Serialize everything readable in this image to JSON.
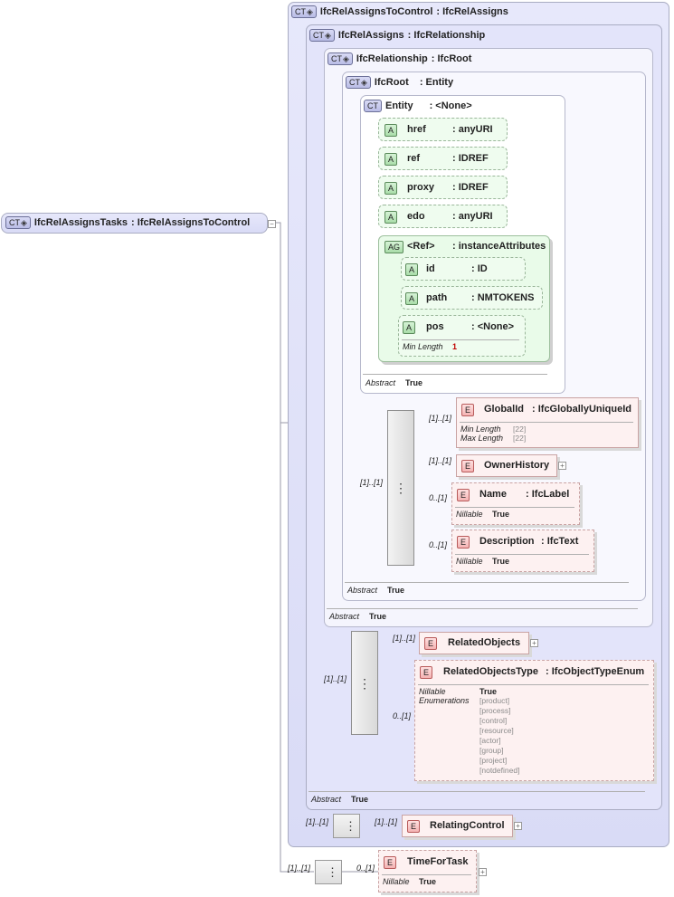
{
  "root": {
    "tag": "CT",
    "name": "IfcRelAssignsTasks",
    "type": ": IfcRelAssignsToControl",
    "collapse": "−"
  },
  "ct_levels": [
    {
      "tag": "CT",
      "name": "IfcRelAssignsToControl",
      "type": ": IfcRelAssigns"
    },
    {
      "tag": "CT",
      "name": "IfcRelAssigns",
      "type": ": IfcRelationship"
    },
    {
      "tag": "CT",
      "name": "IfcRelationship",
      "type": ": IfcRoot"
    },
    {
      "tag": "CT",
      "name": "IfcRoot",
      "type": ": Entity"
    },
    {
      "tag": "CT",
      "name": "Entity",
      "type": ": <None>"
    }
  ],
  "entity_attributes": [
    {
      "tag": "A",
      "name": "href",
      "type": ": anyURI"
    },
    {
      "tag": "A",
      "name": "ref",
      "type": ": IDREF"
    },
    {
      "tag": "A",
      "name": "proxy",
      "type": ": IDREF"
    },
    {
      "tag": "A",
      "name": "edo",
      "type": ": anyURI"
    }
  ],
  "attribute_group": {
    "tag": "AG",
    "name": "<Ref>",
    "type": ": instanceAttributes",
    "attributes": [
      {
        "tag": "A",
        "name": "id",
        "type": ": ID"
      },
      {
        "tag": "A",
        "name": "path",
        "type": ": NMTOKENS"
      },
      {
        "tag": "A",
        "name": "pos",
        "type": ": <None>",
        "meta_label": "Min Length",
        "meta_value": "1"
      }
    ]
  },
  "abstract_label": "Abstract",
  "abstract_value": "True",
  "ifcroot_sequence": {
    "cardinality": "[1]..[1]",
    "elements": [
      {
        "tag": "E",
        "name": "GlobalId",
        "type": ": IfcGloballyUniqueId",
        "card": "[1]..[1]",
        "meta": [
          {
            "label": "Min Length",
            "value": "[22]"
          },
          {
            "label": "Max Length",
            "value": "[22]"
          }
        ]
      },
      {
        "tag": "E",
        "name": "OwnerHistory",
        "type": "",
        "card": "[1]..[1]",
        "expand": "+"
      },
      {
        "tag": "E",
        "name": "Name",
        "type": ": IfcLabel",
        "card": "0..[1]",
        "meta": [
          {
            "label": "Nillable",
            "value": "True"
          }
        ]
      },
      {
        "tag": "E",
        "name": "Description",
        "type": ": IfcText",
        "card": "0..[1]",
        "meta": [
          {
            "label": "Nillable",
            "value": "True"
          }
        ]
      }
    ]
  },
  "ifcrelassigns_sequence": {
    "cardinality": "[1]..[1]",
    "elements": [
      {
        "tag": "E",
        "name": "RelatedObjects",
        "card": "[1]..[1]",
        "expand": "+"
      },
      {
        "tag": "E",
        "name": "RelatedObjectsType",
        "type": ": IfcObjectTypeEnum",
        "card": "0..[1]",
        "nillable_label": "Nillable",
        "nillable_value": "True",
        "enum_label": "Enumerations",
        "enumerations": [
          "[product]",
          "[process]",
          "[control]",
          "[resource]",
          "[actor]",
          "[group]",
          "[project]",
          "[notdefined]"
        ]
      }
    ]
  },
  "relassignstocontrol_sequence": {
    "cardinality": "[1]..[1]",
    "element": {
      "tag": "E",
      "name": "RelatingControl",
      "card": "[1]..[1]",
      "expand": "+"
    }
  },
  "task_sequence": {
    "cardinality": "[1]..[1]",
    "element": {
      "tag": "E",
      "name": "TimeForTask",
      "card": "0..[1]",
      "expand": "+",
      "meta_label": "Nillable",
      "meta_value": "True"
    }
  },
  "colors": {
    "ct_bg": "#dfe0f8",
    "attr_bg": "#effcef",
    "element_bg": "#fdf1f1",
    "line": "#9a9aa8"
  }
}
